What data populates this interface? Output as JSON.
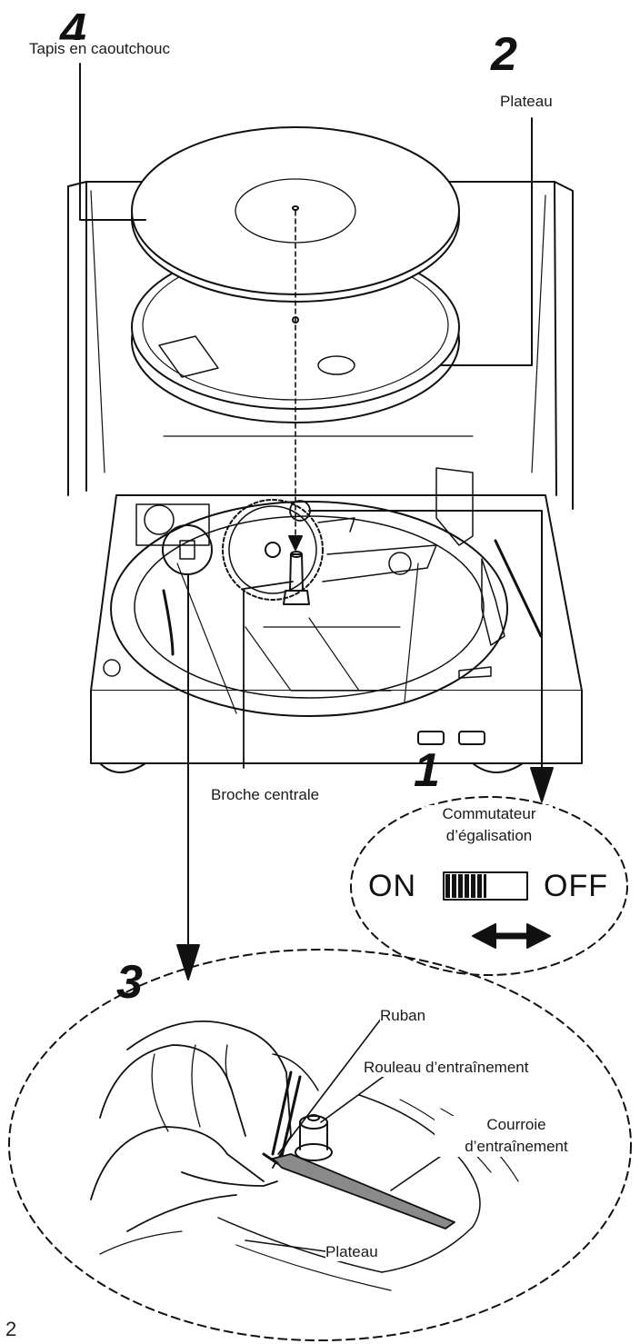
{
  "steps": {
    "s1": "1",
    "s2": "2",
    "s3": "3",
    "s4": "4"
  },
  "labels": {
    "rubber_mat": "Tapis en caoutchouc",
    "platter": "Plateau",
    "center_spindle": "Broche centrale",
    "eq_switch_line1": "Commutateur",
    "eq_switch_line2": "d’égalisation",
    "switch_on": "ON",
    "switch_off": "OFF",
    "ribbon": "Ruban",
    "drive_roller": "Rouleau d’entraînement",
    "drive_belt_line1": "Courroie",
    "drive_belt_line2": "d’entraînement",
    "platter_bottom": "Plateau"
  },
  "page_number": "2",
  "colors": {
    "ink": "#111111",
    "belt": "#8a8a8a",
    "paper": "#ffffff"
  }
}
